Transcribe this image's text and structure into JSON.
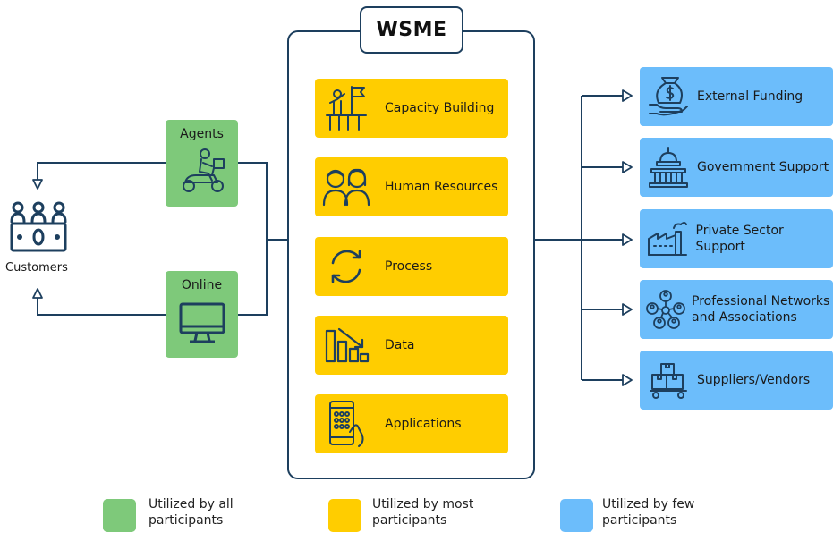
{
  "title": "WSME",
  "customers": {
    "label": "Customers"
  },
  "channels": [
    {
      "label": "Agents",
      "icon": "delivery-scooter-icon"
    },
    {
      "label": "Online",
      "icon": "monitor-icon"
    }
  ],
  "resources": [
    {
      "label": "Capacity Building",
      "icon": "person-flag-icon"
    },
    {
      "label": "Human Resources",
      "icon": "people-icon"
    },
    {
      "label": "Process",
      "icon": "cycle-arrows-icon"
    },
    {
      "label": "Data",
      "icon": "declining-bar-chart-icon"
    },
    {
      "label": "Applications",
      "icon": "smartphone-keypad-icon"
    }
  ],
  "support": [
    {
      "label": "External Funding",
      "icon": "hand-money-bag-icon"
    },
    {
      "label": "Government Support",
      "icon": "capitol-building-icon"
    },
    {
      "label": "Private Sector Support",
      "icon": "factory-icon"
    },
    {
      "label": "Professional Networks and Associations",
      "icon": "network-people-icon"
    },
    {
      "label": "Suppliers/Vendors",
      "icon": "boxes-cart-icon"
    }
  ],
  "legend": [
    {
      "label": "Utilized by all participants",
      "color": "#7ec97a"
    },
    {
      "label": "Utilized by most participants",
      "color": "#ffcd00"
    },
    {
      "label": "Utilized by few participants",
      "color": "#6cbdfb"
    }
  ],
  "colors": {
    "line": "#1d3f5e",
    "green": "#7ec97a",
    "yellow": "#ffcd00",
    "blue": "#6cbdfb"
  }
}
